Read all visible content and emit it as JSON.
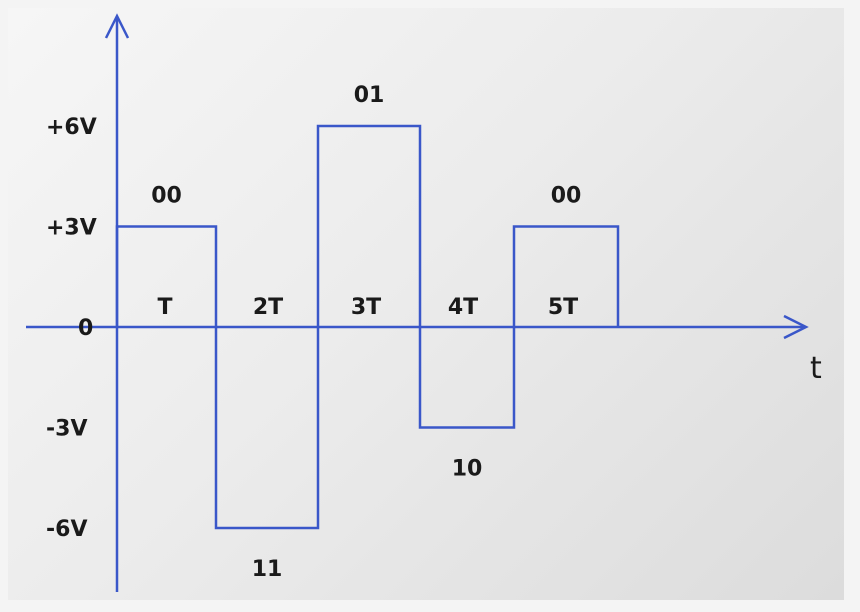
{
  "diagram": {
    "line_color": "#3a57c9",
    "axes": {
      "x_label": "t",
      "y_ticks": [
        {
          "value": 6,
          "label": "+6V"
        },
        {
          "value": 3,
          "label": "+3V"
        },
        {
          "value": 0,
          "label": "0"
        },
        {
          "value": -3,
          "label": "-3V"
        },
        {
          "value": -6,
          "label": "-6V"
        }
      ],
      "x_ticks": [
        {
          "index": 1,
          "label": "T"
        },
        {
          "index": 2,
          "label": "2T"
        },
        {
          "index": 3,
          "label": "3T"
        },
        {
          "index": 4,
          "label": "4T"
        },
        {
          "index": 5,
          "label": "5T"
        }
      ]
    },
    "symbols": [
      {
        "bits": "00",
        "level": 3
      },
      {
        "bits": "11",
        "level": -6
      },
      {
        "bits": "01",
        "level": 6
      },
      {
        "bits": "10",
        "level": -3
      },
      {
        "bits": "00",
        "level": 3
      }
    ]
  }
}
